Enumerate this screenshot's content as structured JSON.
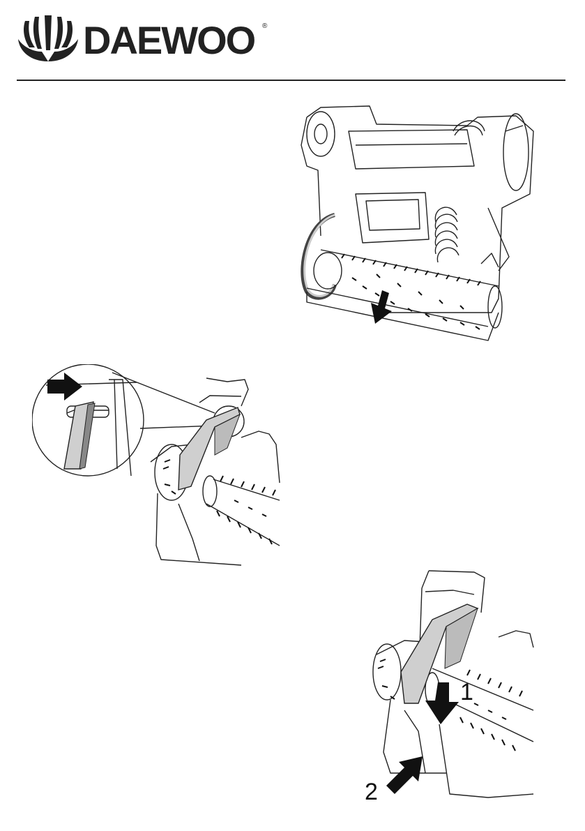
{
  "header": {
    "brand": "DAEWOO",
    "registered_mark": "®",
    "logo_icon": "daewoo-fan-logo-icon"
  },
  "figures": [
    {
      "name": "vacuum-underside-brushroll-removal",
      "arrow_icon": "arrow-down-left-icon"
    },
    {
      "name": "belt-on-motor-spindle-detail",
      "arrow_icon": "arrow-right-icon"
    },
    {
      "name": "brushroll-refit-steps",
      "arrow_icon": "arrow-down-icon",
      "labels": [
        "1",
        "2"
      ]
    }
  ]
}
